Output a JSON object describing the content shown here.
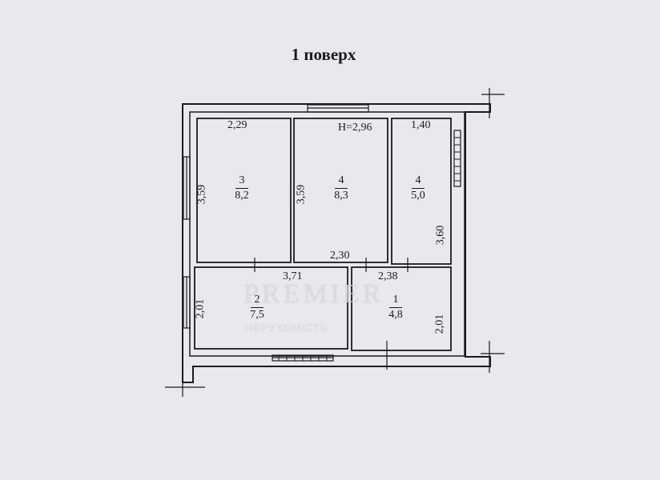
{
  "floor_title": "1 поверх",
  "height_label": "H=2,96",
  "rooms": [
    {
      "id": "room-3",
      "number": "3",
      "area": "8,2",
      "width": "2,29",
      "length": "3,59"
    },
    {
      "id": "room-4a",
      "number": "4",
      "area": "8,3",
      "length": "3,59"
    },
    {
      "id": "room-4b",
      "number": "4",
      "area": "5,0",
      "width": "1,40",
      "length": "3,60"
    },
    {
      "id": "room-2",
      "number": "2",
      "area": "7,5",
      "width": "3,71",
      "length": "2,01"
    },
    {
      "id": "room-1",
      "number": "1",
      "area": "4,8",
      "width": "2,38",
      "length": "2,01"
    }
  ],
  "corridor_width": "2,30",
  "watermark": {
    "brand": "PREMIER",
    "sub": "НЕРУХОМІСТЬ"
  }
}
